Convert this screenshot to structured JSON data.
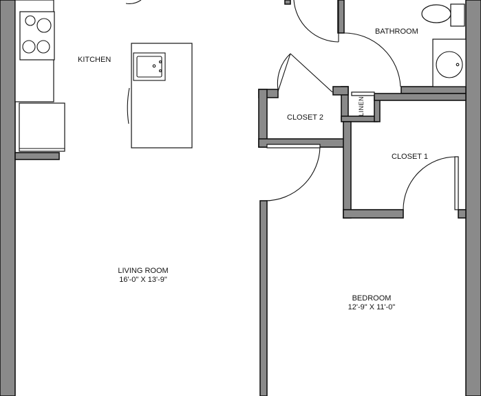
{
  "rooms": {
    "kitchen": {
      "name": "KITCHEN"
    },
    "bathroom": {
      "name": "BATHROOM"
    },
    "closet2": {
      "name": "CLOSET 2"
    },
    "closet1": {
      "name": "CLOSET 1"
    },
    "linen": {
      "name": "LINEN"
    },
    "living": {
      "name": "LIVING ROOM",
      "dims": "16'-0\" X 13'-9\""
    },
    "bedroom": {
      "name": "BEDROOM",
      "dims": "12'-9\" X 11'-0\""
    }
  },
  "colors": {
    "wall": "#8a8a8a",
    "line": "#111111",
    "background": "#ffffff"
  }
}
